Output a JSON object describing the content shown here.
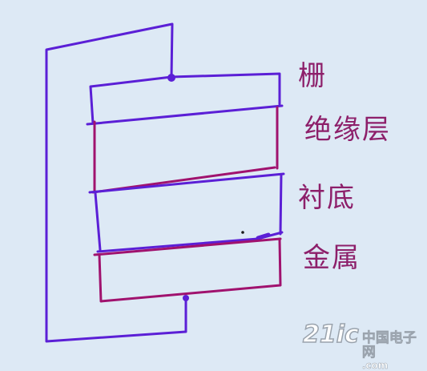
{
  "labels": {
    "gate": "栅",
    "insulator": "绝缘层",
    "substrate": "衬底",
    "metal": "金属"
  },
  "watermark": {
    "logo": "21ic",
    "site_cn": "中国电子网",
    "site_url": ".com"
  },
  "colors": {
    "background": "#dde9f5",
    "wire": "#5b1fd6",
    "layer_line": "#a0126e",
    "label_text": "#8d1f6a"
  }
}
